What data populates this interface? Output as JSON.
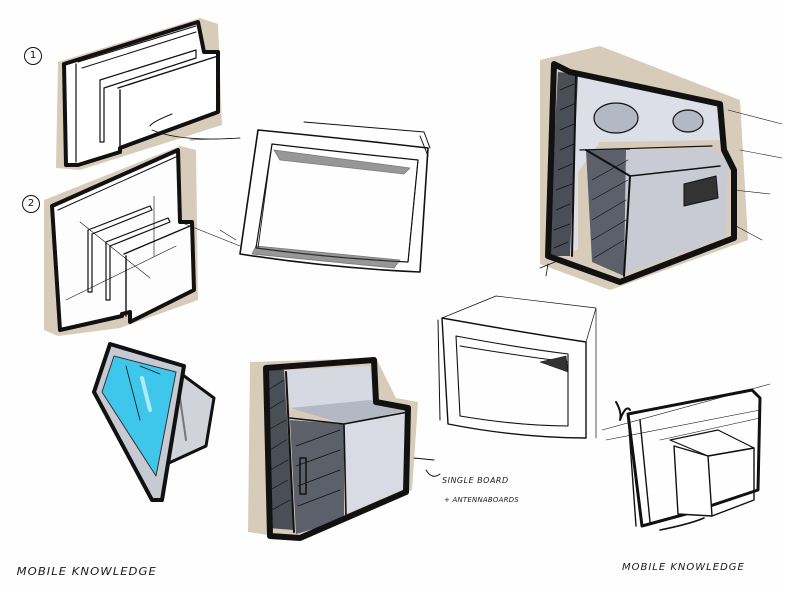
{
  "sheet": {
    "type": "concept sketch sheet",
    "background": "#fefefe",
    "marker_colors": {
      "ink": "#111111",
      "shadow_tan": "#c9bba3",
      "cool_grey": "#8a8f99",
      "light_grey": "#d9dbe2",
      "screen_cyan": "#3ec7ea"
    }
  },
  "labels": {
    "option_1": "1",
    "option_2": "2",
    "caption_left": "Mobile Knowledge",
    "caption_right": "Mobile Knowledge",
    "note_line_1": "Single Board",
    "note_line_2": "+ Antennaboards"
  },
  "sketches": [
    {
      "id": "layered-panels-1",
      "label": "1"
    },
    {
      "id": "layered-panels-2",
      "label": "2"
    },
    {
      "id": "curved-frame-wireframe"
    },
    {
      "id": "shaded-housing-with-lenses"
    },
    {
      "id": "cyan-screen-monitor"
    },
    {
      "id": "shaded-cabinet-single-board"
    },
    {
      "id": "curved-frame-wireframe-2"
    },
    {
      "id": "box-wireframe"
    }
  ]
}
